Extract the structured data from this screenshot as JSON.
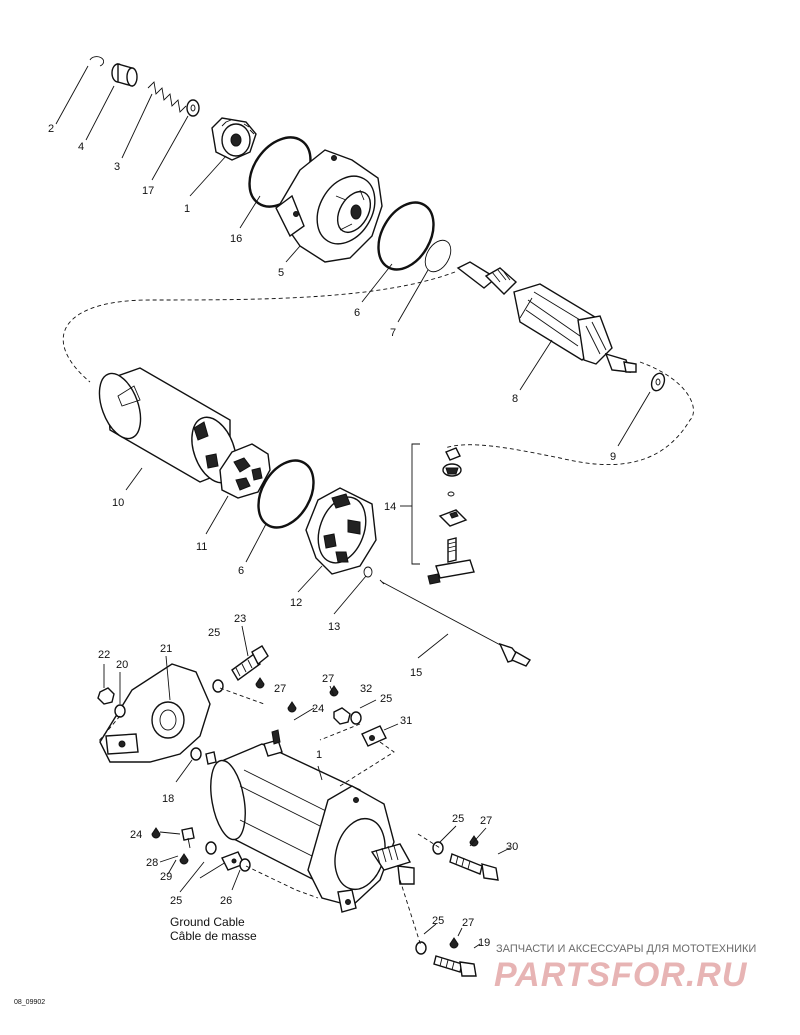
{
  "callouts": {
    "n1": "1",
    "n2": "2",
    "n3": "3",
    "n4": "4",
    "n5": "5",
    "n6": "6",
    "n7": "7",
    "n8": "8",
    "n9": "9",
    "n10": "10",
    "n11": "11",
    "n6b": "6",
    "n12": "12",
    "n13": "13",
    "n14": "14",
    "n15": "15",
    "n16": "16",
    "n17": "17",
    "n25a": "25",
    "n23": "23",
    "n22": "22",
    "n20": "20",
    "n21": "21",
    "n27a": "27",
    "n32": "32",
    "n25b": "25",
    "n31": "31",
    "n27b": "27",
    "n24a": "24",
    "n1b": "1",
    "n18": "18",
    "n24b": "24",
    "n28": "28",
    "n29": "29",
    "n25c": "25",
    "n26": "26",
    "n25d": "25",
    "n27c": "27",
    "n30": "30",
    "n25e": "25",
    "n27d": "27",
    "n19": "19"
  },
  "caption": {
    "line1": "Ground Cable",
    "line2": "Câble de masse"
  },
  "drawing_code": "08_09902",
  "watermark": {
    "top": "ЗАПЧАСТИ И АКСЕССУАРЫ ДЛЯ МОТОТЕХНИКИ",
    "logo": "PARTSFOR.RU"
  },
  "colors": {
    "ink": "#111111",
    "watermark_text": "#6b6b6b",
    "watermark_logo": "#e7b4b4"
  }
}
